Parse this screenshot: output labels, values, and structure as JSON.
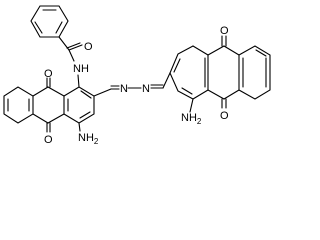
{
  "atom_labels": {
    "amide_oxygen": "O",
    "amide_nh": "NH",
    "ring1_top_oxygen": "O",
    "ring1_bottom_oxygen": "O",
    "ring1_amino": "NH",
    "ring1_amino_sub": "2",
    "azine_n1": "N",
    "azine_n2": "N",
    "ring2_amino": "NH",
    "ring2_amino_sub": "2",
    "ring2_top_oxygen": "O",
    "ring2_bottom_oxygen": "O"
  },
  "colors": {
    "ink": "#000000",
    "background": "#ffffff"
  }
}
